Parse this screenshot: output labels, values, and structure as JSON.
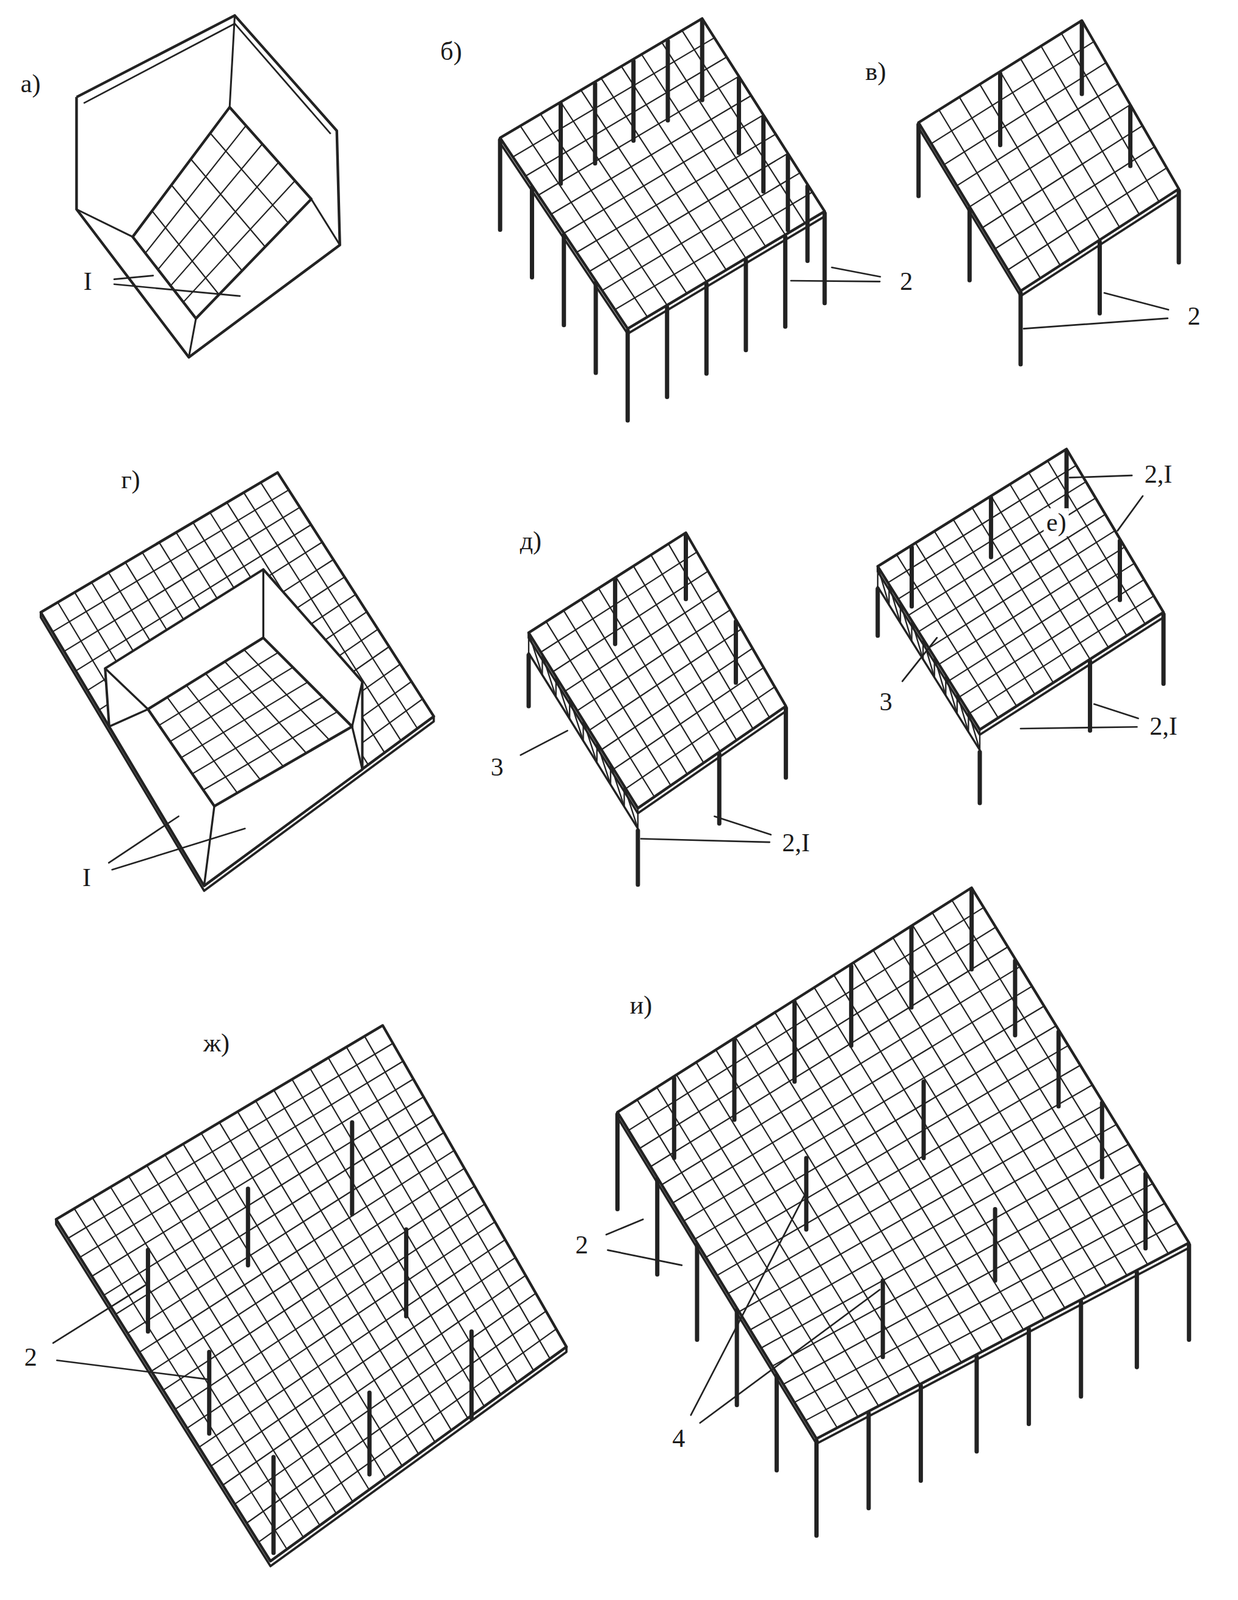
{
  "diagram": {
    "labels": [
      "а)",
      "б)",
      "в)",
      "I",
      "2",
      "2",
      "г)",
      "2,I",
      "е)",
      "д)",
      "3",
      "2,I",
      "3",
      "2,I",
      "I",
      "и)",
      "ж)",
      "2",
      "2",
      "4"
    ]
  }
}
